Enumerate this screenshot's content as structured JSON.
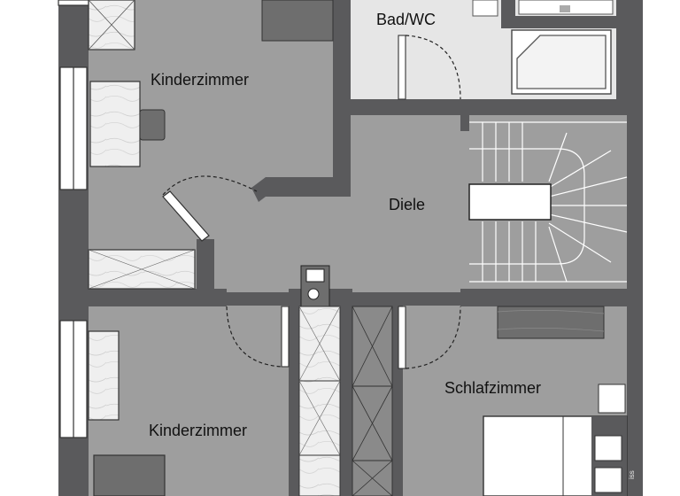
{
  "rooms": {
    "bad_wc": "Bad/WC",
    "kinderzimmer_top": "Kinderzimmer",
    "diele": "Diele",
    "kinderzimmer_bottom": "Kinderzimmer",
    "schlafzimmer": "Schlafzimmer"
  },
  "credit_text": "iss",
  "colors": {
    "wall": "#5a5a5c",
    "floor": "#9e9e9e",
    "bath_floor": "#e6e6e6",
    "furniture": "#ededed",
    "furniture_dark": "#6e6e6e",
    "window": "#ffffff"
  }
}
